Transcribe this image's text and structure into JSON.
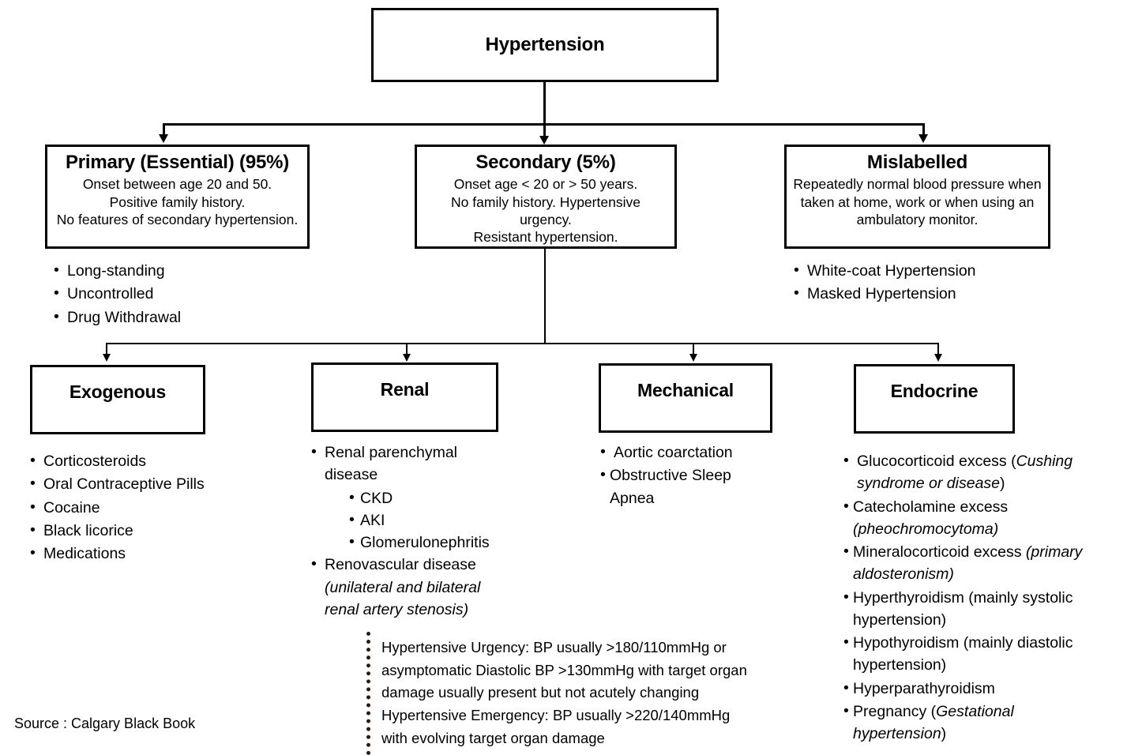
{
  "diagram": {
    "root": {
      "title": "Hypertension"
    },
    "level1": [
      {
        "title": "Primary (Essential) (95%)",
        "lines": [
          "Onset between age 20 and 50.",
          "Positive family history.",
          "No features of secondary hypertension."
        ],
        "bullets": [
          "Long-standing",
          "Uncontrolled",
          "Drug Withdrawal"
        ]
      },
      {
        "title": "Secondary (5%)",
        "lines": [
          "Onset age < 20 or > 50 years.",
          "No family history. Hypertensive urgency.",
          "Resistant hypertension."
        ],
        "bullets": []
      },
      {
        "title": "Mislabelled",
        "lines": [
          "Repeatedly normal blood pressure when",
          "taken at home, work or when using an",
          "ambulatory monitor."
        ],
        "bullets": [
          "White-coat Hypertension",
          "Masked Hypertension"
        ]
      }
    ],
    "level2": [
      {
        "title": "Exogenous",
        "bullets": [
          {
            "text": "Corticosteroids"
          },
          {
            "text": "Oral Contraceptive Pills"
          },
          {
            "text": "Cocaine"
          },
          {
            "text": "Black licorice"
          },
          {
            "text": "Medications"
          }
        ]
      },
      {
        "title": "Renal",
        "bullets": [
          {
            "text": "Renal parenchymal disease"
          },
          {
            "text": "CKD",
            "level": 2
          },
          {
            "text": "AKI",
            "level": 2
          },
          {
            "text": "Glomerulonephritis",
            "level": 2
          },
          {
            "text": "Renovascular disease ",
            "italic": "(unilateral and bilateral renal artery stenosis)"
          }
        ]
      },
      {
        "title": "Mechanical",
        "bullets": [
          {
            "text": "Aortic coarctation"
          },
          {
            "text": "Obstructive Sleep Apnea",
            "tight": true
          }
        ]
      },
      {
        "title": "Endocrine",
        "bullets": [
          {
            "text": "Glucocorticoid excess (",
            "italic": "Cushing syndrome or disease",
            "after": ")"
          },
          {
            "text": "Catecholamine excess ",
            "italic": "(pheochromocytoma)",
            "tight": true
          },
          {
            "text": "Mineralocorticoid excess ",
            "italic": "(primary aldosteronism)",
            "tight": true
          },
          {
            "text": "Hyperthyroidism (mainly systolic hypertension)",
            "tight": true
          },
          {
            "text": "Hypothyroidism (mainly diastolic hypertension)",
            "tight": true
          },
          {
            "text": "Hyperparathyroidism",
            "tight": true
          },
          {
            "text": "Pregnancy (",
            "italic": "Gestational hypertension",
            "after": ")",
            "tight": true
          }
        ]
      }
    ],
    "note": {
      "lines": [
        "Hypertensive Urgency: BP usually >180/110mmHg or",
        "asymptomatic Diastolic BP >130mmHg with target organ",
        "damage usually present but not acutely changing",
        "Hypertensive Emergency: BP usually >220/140mmHg",
        "with evolving target organ damage"
      ]
    },
    "source": "Source : Calgary Black Book",
    "colors": {
      "border": "#000000",
      "background": "#ffffff",
      "text": "#000000",
      "dotted": "#2b1a12"
    }
  }
}
